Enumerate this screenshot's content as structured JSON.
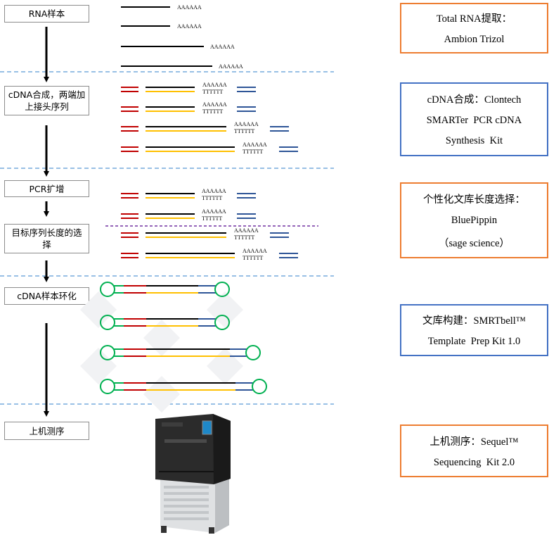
{
  "steps": {
    "rna_sample": "RNA样本",
    "cdna_synthesis": "cDNA合成，两端加上接头序列",
    "pcr": "PCR扩增",
    "size_selection": "目标序列长度的选择",
    "circularization": "cDNA样本环化",
    "sequencing": "上机测序"
  },
  "info_boxes": {
    "rna_extraction": [
      "Total RNA提取：",
      "Ambion Trizol"
    ],
    "cdna_kit": [
      "cDNA合成：Clontech",
      "SMARTer  PCR cDNA",
      "Synthesis  Kit"
    ],
    "size_selection": [
      "个性化文库长度选择：",
      "BluePippin",
      "（sage science）"
    ],
    "library": [
      "文库构建：SMRTbell™",
      "Template  Prep Kit 1.0"
    ],
    "sequencing": [
      "上机测序：Sequel™",
      "Sequencing  Kit 2.0"
    ]
  },
  "labels": {
    "polyA": "AAAAAA",
    "polyT": "TTTTTT"
  },
  "colors": {
    "orange_border": "#ed7d31",
    "blue_border": "#4472c4",
    "separator": "#5b9bd5",
    "selection_line": "#7030a0",
    "strand_black": "#000000",
    "strand_yellow": "#ffc000",
    "adapter_red": "#c00000",
    "adapter_blue": "#2e5597",
    "hairpin_green": "#00b050"
  },
  "icons": [
    "sequel-instrument-icon"
  ]
}
